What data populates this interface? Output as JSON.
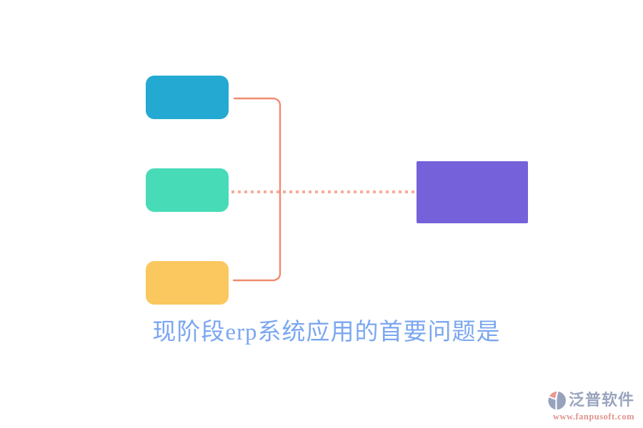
{
  "title": {
    "text": "现阶段erp系统应用的首要问题是",
    "color": "#7BA7F0"
  },
  "diagram": {
    "boxes": [
      {
        "id": "option-top",
        "color": "#24A9D2"
      },
      {
        "id": "option-middle",
        "color": "#47DBB8"
      },
      {
        "id": "option-bottom",
        "color": "#FBC75F"
      },
      {
        "id": "result",
        "color": "#7561D9"
      }
    ],
    "bracket_color": "#F08A70",
    "dotted_color": "#F5AC9A"
  },
  "watermark": {
    "brand": "泛普软件",
    "brand_color": "#99A4BE",
    "url": "www.fanpusoft.com",
    "url_color": "#E0938D",
    "icon": "pinwheel-logo-icon",
    "icon_colors": {
      "salmon": "#E8998F",
      "blue": "#97A2BD"
    }
  }
}
